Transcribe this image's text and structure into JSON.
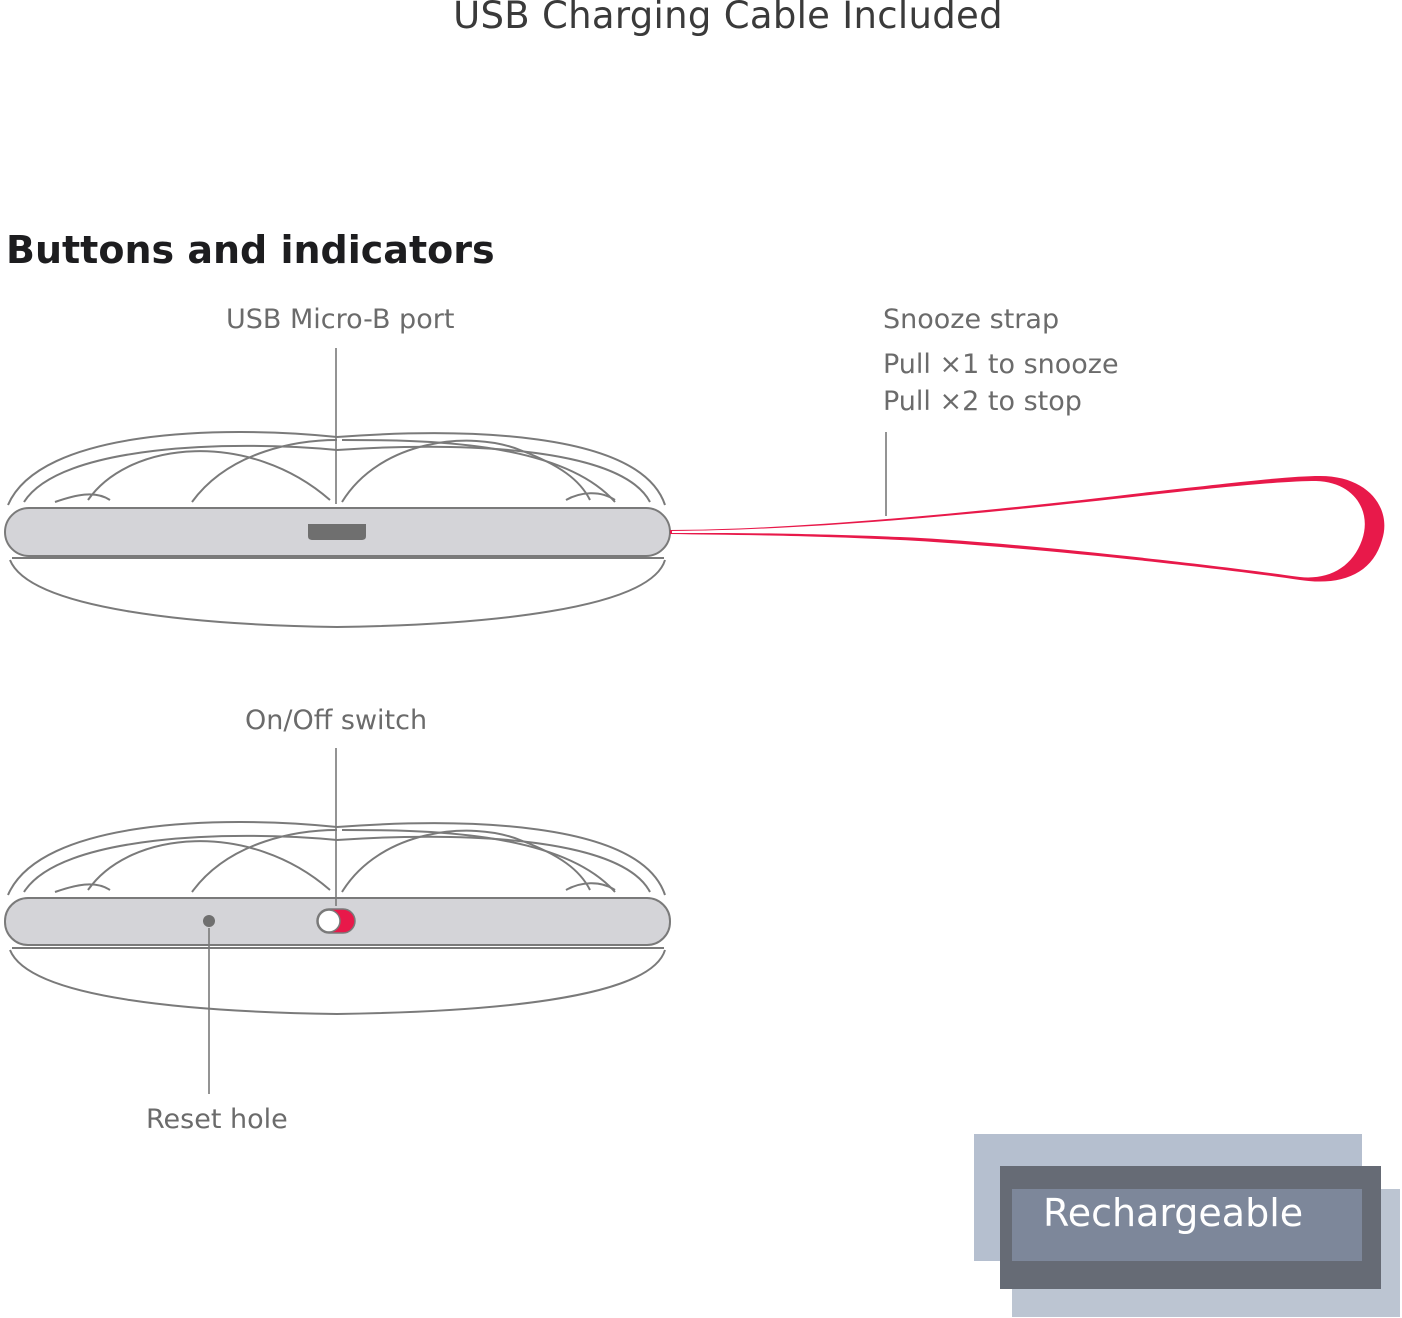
{
  "header": {
    "title": "USB Charging Cable Included"
  },
  "section": {
    "title": "Buttons and indicators"
  },
  "callouts": {
    "usb_port": "USB Micro-B port",
    "snooze_strap": "Snooze strap",
    "pull_once": "Pull ×1 to snooze",
    "pull_twice": "Pull ×2 to stop",
    "on_off_switch": "On/Off switch",
    "reset_hole": "Reset hole"
  },
  "badge": {
    "label": "Rechargeable"
  },
  "colors": {
    "strap": "#e8194a",
    "band": "#d4d4d8",
    "outline": "#7a7a7a",
    "badge_dark": "#666b75",
    "badge_light": "#b5bfcf"
  }
}
